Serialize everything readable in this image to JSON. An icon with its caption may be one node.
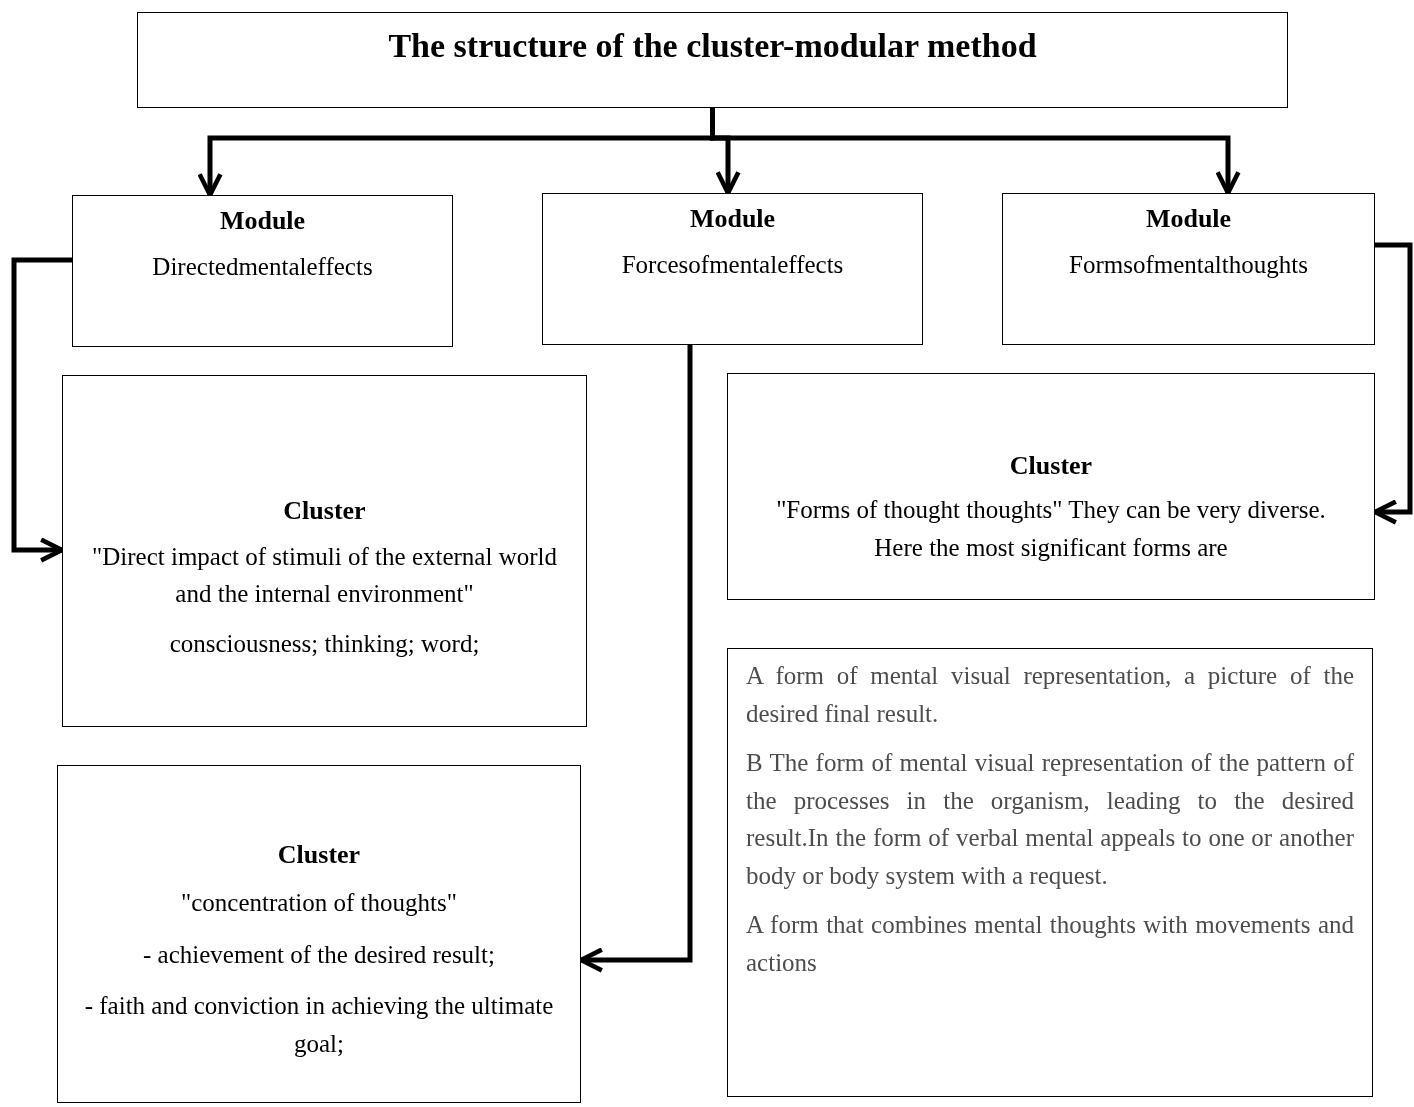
{
  "diagram": {
    "nodes": [
      {
        "text": [
          "The structure of the cluster-modular method"
        ]
      },
      {
        "text": [
          "Module",
          "Directedmentaleffects"
        ]
      },
      {
        "text": [
          "Module",
          "Forcesofmentaleffects"
        ]
      },
      {
        "text": [
          "Module",
          "Formsofmentalthoughts"
        ]
      },
      {
        "text": [
          "Cluster",
          "\"Direct impact of stimuli of the external world and the internal environment\"",
          "consciousness; thinking; word;"
        ]
      },
      {
        "text": [
          "Cluster",
          "\"Forms of thought thoughts\" They can be very diverse. Here the most significant forms are"
        ]
      },
      {
        "text": [
          "Cluster",
          "\"concentration of thoughts\"",
          "- achievement of the desired result;",
          "- faith and conviction in achieving the ultimate goal;"
        ]
      },
      {
        "text": [
          "A form of mental visual representation, a picture of the desired final result.",
          "B The form of mental visual representation of the pattern of the processes in the organism, leading to the desired result.In the form of verbal mental appeals to one or another body or body system with a request.",
          "A form that combines mental thoughts with movements and actions"
        ]
      }
    ],
    "edges": [
      {
        "from": 0,
        "to": 1,
        "arrow": "to"
      },
      {
        "from": 0,
        "to": 2,
        "arrow": "to"
      },
      {
        "from": 0,
        "to": 3,
        "arrow": "to"
      },
      {
        "from": 1,
        "to": 4,
        "arrow": "to"
      },
      {
        "from": 2,
        "to": 6,
        "arrow": "to"
      },
      {
        "from": 3,
        "to": 5,
        "arrow": "to"
      }
    ]
  }
}
